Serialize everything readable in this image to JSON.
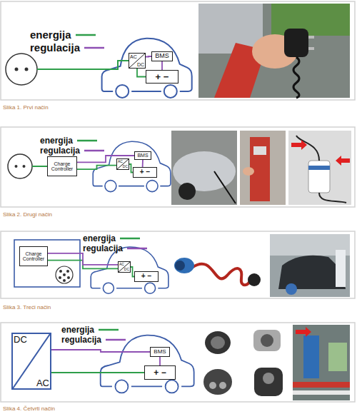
{
  "diagram": {
    "nodes": [
      {
        "text": [
          "AC",
          "DC"
        ]
      },
      {
        "text": [
          "BMS"
        ]
      },
      {
        "text": [
          "+ −"
        ]
      },
      {
        "text": [
          "Charge Controller"
        ]
      },
      {
        "text": [
          "AC",
          "DC"
        ]
      },
      {
        "text": [
          "BMS"
        ]
      },
      {
        "text": [
          "+ −"
        ]
      },
      {
        "text": [
          "Charge Controller"
        ]
      },
      {
        "text": [
          "AC",
          "DC"
        ]
      },
      {
        "text": [
          "+ −"
        ]
      },
      {
        "text": [
          "DC",
          "AC"
        ]
      },
      {
        "text": [
          "BMS"
        ]
      },
      {
        "text": [
          "+ −"
        ]
      }
    ],
    "edges": [
      {
        "from": 0,
        "to": 2,
        "arrow": "none"
      },
      {
        "from": 1,
        "to": 0,
        "arrow": "none"
      },
      {
        "from": 1,
        "to": 2,
        "arrow": "none"
      },
      {
        "from": 3,
        "to": 4,
        "arrow": "none"
      },
      {
        "from": 3,
        "to": 5,
        "arrow": "none"
      },
      {
        "from": 4,
        "to": 6,
        "arrow": "none"
      },
      {
        "from": 5,
        "to": 6,
        "arrow": "none"
      },
      {
        "from": 7,
        "to": 8,
        "arrow": "none"
      },
      {
        "from": 7,
        "to": 8,
        "arrow": "none"
      },
      {
        "from": 8,
        "to": 9,
        "arrow": "none"
      },
      {
        "from": 10,
        "to": 12,
        "arrow": "none"
      },
      {
        "from": 10,
        "to": 11,
        "arrow": "none"
      },
      {
        "from": 11,
        "to": 12,
        "arrow": "none"
      }
    ],
    "labels": [
      "Slika 1. Prvi način",
      "Slika 2. Drugi način",
      "Slika 3. Treći način",
      "Slika 4. Četvrti način"
    ],
    "legend": [
      {
        "text": "energija"
      },
      {
        "text": "regulacija"
      },
      {
        "text": "energija"
      },
      {
        "text": "regulacija"
      },
      {
        "text": "energija"
      },
      {
        "text": "regulacija"
      },
      {
        "text": "energija"
      },
      {
        "text": "regulacija"
      }
    ]
  }
}
